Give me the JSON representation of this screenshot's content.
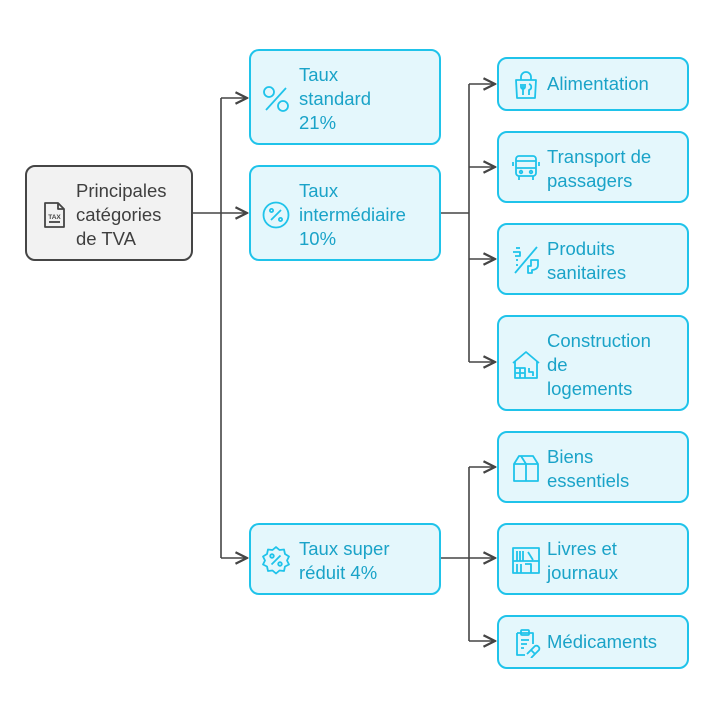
{
  "root": {
    "label": "Principales\ncatégories\nde TVA",
    "icon": "tax-document-icon"
  },
  "rates": [
    {
      "label": "Taux\nstandard\n21%",
      "icon": "percent-icon"
    },
    {
      "label": "Taux\nintermédiaire\n10%",
      "icon": "percent-circle-icon"
    },
    {
      "label": "Taux super\nréduit 4%",
      "icon": "percent-badge-icon"
    }
  ],
  "items": [
    {
      "label": "Alimentation",
      "icon": "shopping-bag-food-icon"
    },
    {
      "label": "Transport de\npassagers",
      "icon": "bus-icon"
    },
    {
      "label": "Produits\nsanitaires",
      "icon": "sanitary-tap-toilet-icon"
    },
    {
      "label": "Construction\nde\nlogements",
      "icon": "house-construction-icon"
    },
    {
      "label": "Biens\nessentiels",
      "icon": "milk-carton-icon"
    },
    {
      "label": "Livres et\njournaux",
      "icon": "bookshelf-icon"
    },
    {
      "label": "Médicaments",
      "icon": "medical-clipboard-icon"
    }
  ],
  "colors": {
    "accent": "#1fc3ea",
    "accent_text": "#1aa3c8",
    "accent_fill": "#e4f7fc",
    "root_border": "#454545",
    "root_fill": "#f2f2f2",
    "line": "#454545"
  }
}
